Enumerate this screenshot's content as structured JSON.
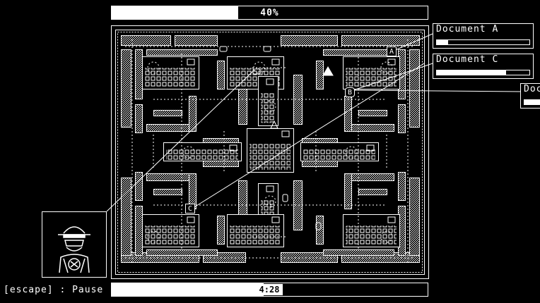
{
  "progress": {
    "label": "40%",
    "value": 0.4
  },
  "timer": {
    "label": "4:28",
    "remaining_fraction": 0.48
  },
  "pause_hint": "[escape] : Pause",
  "documents": [
    {
      "title": "Document A",
      "progress": 0.12
    },
    {
      "title": "Document C",
      "progress": 0.75
    },
    {
      "title": "Doc",
      "progress": 0.8
    }
  ],
  "markers": [
    {
      "letter": "A",
      "icon": "document-marker-icon"
    },
    {
      "letter": "B",
      "icon": "document-marker-icon"
    },
    {
      "letter": "C",
      "icon": "document-marker-icon"
    }
  ],
  "colors": {
    "background": "#000000",
    "foreground": "#ffffff"
  },
  "icons": [
    "spy-portrait-icon",
    "player-triangle-icon",
    "guard-icon",
    "building-icon"
  ]
}
